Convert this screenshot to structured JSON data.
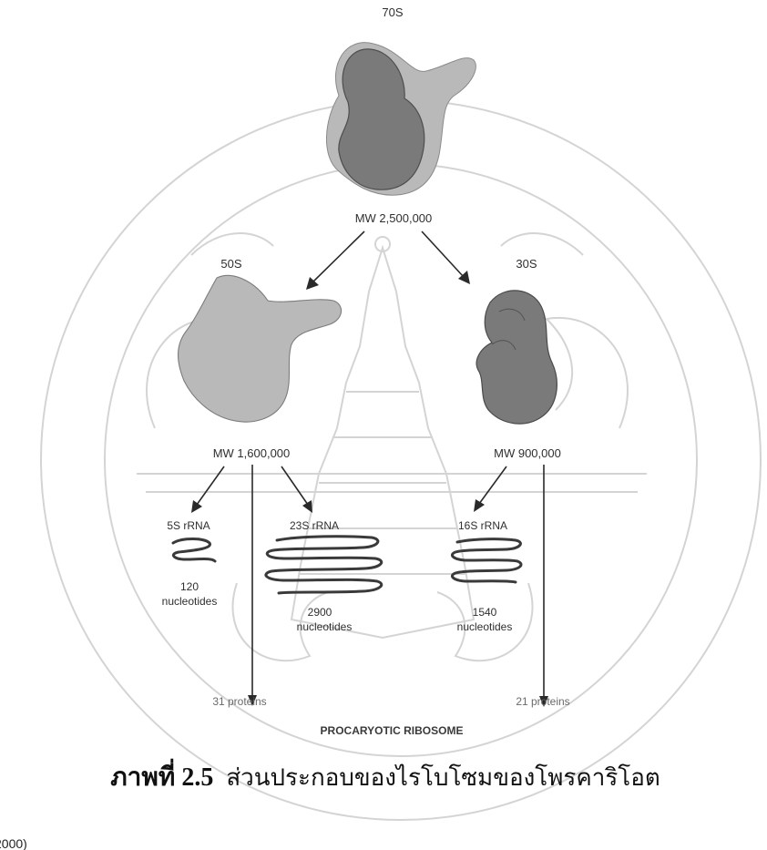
{
  "diagram": {
    "ribosome_70s": {
      "name": "70S",
      "mw": "MW 2,500,000"
    },
    "subunit_50s": {
      "name": "50S",
      "mw": "MW 1,600,000"
    },
    "subunit_30s": {
      "name": "30S",
      "mw": "MW 900,000"
    },
    "rrna_5s": {
      "name": "5S rRNA",
      "count": "120",
      "unit": "nucleotides"
    },
    "rrna_23s": {
      "name": "23S rRNA",
      "count": "2900",
      "unit": "nucleotides"
    },
    "rrna_16s": {
      "name": "16S rRNA",
      "count": "1540",
      "unit": "nucleotides"
    },
    "proteins_50s": "31 proteins",
    "proteins_30s": "21 proteins",
    "footer_title": "PROCARYOTIC RIBOSOME"
  },
  "caption": {
    "figure_number": "ภาพที่ 2.5",
    "figure_text": "ส่วนประกอบของไรโบโซมของโพรคาริโอต"
  },
  "cut_off_text": "2000)",
  "colors": {
    "light_subunit": "#b9b9b9",
    "dark_subunit": "#7a7a7a",
    "watermark": "#d4d4d4"
  }
}
